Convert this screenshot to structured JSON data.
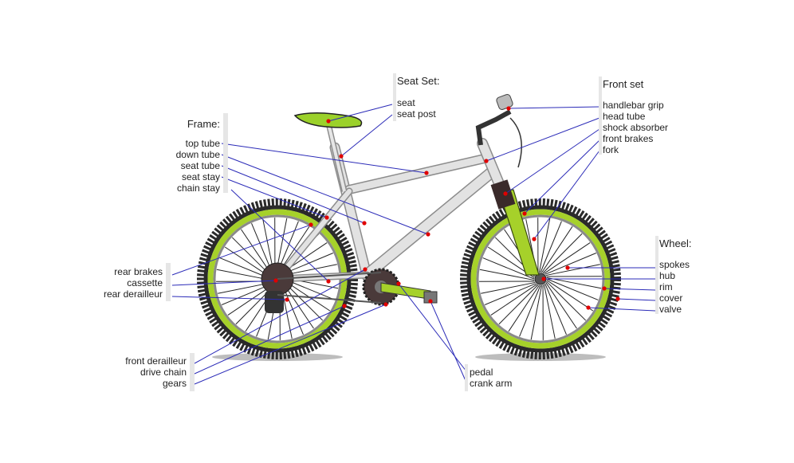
{
  "groups": {
    "seat_set": {
      "title": "Seat Set:",
      "items": [
        "seat",
        "seat post"
      ]
    },
    "front_set": {
      "title": "Front set",
      "items": [
        "handlebar grip",
        "head tube",
        "shock absorber",
        "front brakes",
        "fork"
      ]
    },
    "frame": {
      "title": "Frame:",
      "items": [
        "top tube",
        "down tube",
        "seat tube",
        "seat stay",
        "chain stay"
      ]
    },
    "wheel": {
      "title": "Wheel:",
      "items": [
        "spokes",
        "hub",
        "rim",
        "cover",
        "valve"
      ]
    },
    "rear": {
      "items": [
        "rear brakes",
        "cassette",
        "rear derailleur"
      ]
    },
    "drive": {
      "items": [
        "front derailleur",
        "drive chain",
        "gears"
      ]
    },
    "pedal": {
      "items": [
        "pedal",
        "crank arm"
      ]
    }
  },
  "colors": {
    "leader_line": "#2b2bb8",
    "marker": "#e00000",
    "frame": "#d8d8d8",
    "tire": "#2a2a2a",
    "rim_accent": "#a6d12a",
    "label_bar": "#e6e6e6"
  }
}
